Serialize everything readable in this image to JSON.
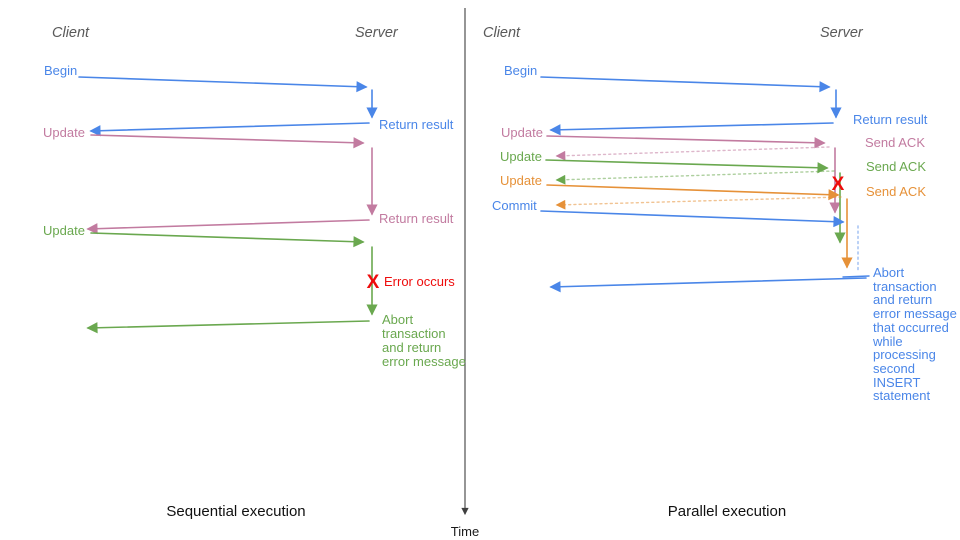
{
  "diagram": {
    "time_label": "Time",
    "colors": {
      "blue": "#4a86e8",
      "pink": "#c27ba0",
      "green": "#6aa84f",
      "orange": "#e69138",
      "red": "#ee0c0c",
      "heading_gray": "#595959",
      "axis": "#3f3f3f"
    },
    "left": {
      "title": "Sequential execution",
      "client_heading": "Client",
      "server_heading": "Server",
      "labels": {
        "begin": "Begin",
        "return_result_1": "Return result",
        "update_1": "Update",
        "return_result_2": "Return result",
        "update_2": "Update",
        "error_marker": "X",
        "error_text": "Error occurs",
        "abort_lines": [
          "Abort",
          "transaction",
          "and return",
          "error message"
        ]
      }
    },
    "right": {
      "title": "Parallel execution",
      "client_heading": "Client",
      "server_heading": "Server",
      "labels": {
        "begin": "Begin",
        "return_result": "Return result",
        "update_1": "Update",
        "update_2": "Update",
        "update_3": "Update",
        "commit": "Commit",
        "send_ack_1": "Send ACK",
        "send_ack_2": "Send ACK",
        "send_ack_3": "Send ACK",
        "error_marker": "X",
        "abort_lines": [
          "Abort",
          "transaction",
          "and return",
          "error message",
          "that occurred",
          "while",
          "processing",
          "second",
          "INSERT",
          "statement"
        ]
      }
    }
  }
}
